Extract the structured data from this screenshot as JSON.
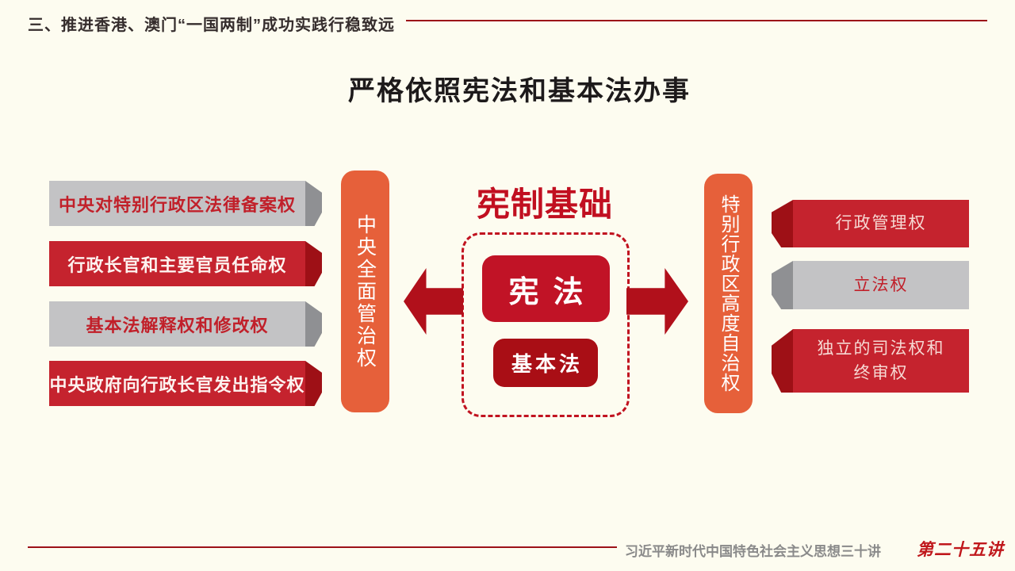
{
  "slide": {
    "header": "三、推进香港、澳门“一国两制”成功实践行稳致远",
    "title": "严格依照宪法和基本法办事",
    "footer": {
      "series": "习近平新时代中国特色社会主义思想三十讲",
      "lecture": "第二十五讲"
    }
  },
  "left_group": {
    "bar_label": "中央全面管治权",
    "items": [
      {
        "label": "中央对特别行政区法律备案权",
        "variant": "gray"
      },
      {
        "label": "行政长官和主要官员任命权",
        "variant": "red"
      },
      {
        "label": "基本法解释权和修改权",
        "variant": "gray"
      },
      {
        "label": "中央政府向行政长官发出指令权",
        "variant": "red"
      }
    ]
  },
  "center": {
    "heading": "宪制基础",
    "constitution_label": "宪法",
    "basic_law_label": "基本法"
  },
  "right_group": {
    "bar_label": "特别行政区高度自治权",
    "items": [
      {
        "label": "行政管理权",
        "variant": "red"
      },
      {
        "label": "立法权",
        "variant": "gray"
      },
      {
        "label": "独立的司法权和\n终审权",
        "variant": "red"
      }
    ]
  },
  "colors": {
    "background": "#fdfcf0",
    "arrow_red": "#b1101b",
    "box_red": "#c5232e",
    "box_red_tip": "#9e1016",
    "box_gray": "#c3c3c5",
    "box_gray_tip": "#8f9093",
    "bar_orange": "#e6603a",
    "constitution_box_red": "#c11326",
    "basic_law_box_red": "#a90e15",
    "heading_red": "#c10f20",
    "line_red": "#9c1118",
    "footer_gray": "#8a8a8a"
  }
}
